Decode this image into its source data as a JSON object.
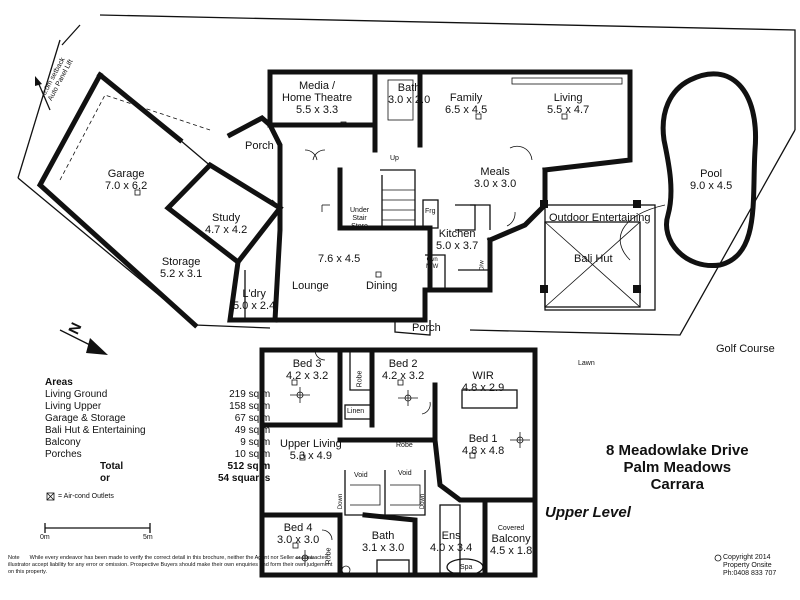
{
  "plan": {
    "address": {
      "line1": "8 Meadowlake Drive",
      "line2": "Palm Meadows",
      "line3": "Carrara"
    },
    "upper_level_label": "Upper Level",
    "ground": {
      "garage": {
        "name": "Garage",
        "dim": "7.0 x 6.2"
      },
      "setback": "6.0m setback",
      "auto_lift": "Auto Panel Lift",
      "media": {
        "name": "Media /",
        "name2": "Home Theatre",
        "dim": "5.5 x 3.3"
      },
      "bath": {
        "name": "Bath",
        "dim": "3.0 x 2.0"
      },
      "family": {
        "name": "Family",
        "dim": "6.5 x 4.5"
      },
      "living": {
        "name": "Living",
        "dim": "5.5 x 4.7"
      },
      "porch_top": "Porch",
      "study": {
        "name": "Study",
        "dim": "4.7 x 4.2"
      },
      "storage": {
        "name": "Storage",
        "dim": "5.2 x 3.1"
      },
      "laundry": {
        "name": "L'dry",
        "dim": "5.0 x 2.4"
      },
      "lounge_dim": "7.6 x 4.5",
      "lounge": "Lounge",
      "dining": "Dining",
      "up": "Up",
      "under_stair": "Under",
      "under_stair2": "Stair",
      "under_stair3": "Store",
      "frg": "Frg",
      "meals": {
        "name": "Meals",
        "dim": "3.0 x 3.0"
      },
      "kitchen": {
        "name": "Kitchen",
        "dim": "5.0 x 3.7"
      },
      "ovn": "Ovn",
      "mw": "M/W",
      "dw": "D/w",
      "porch_bottom": "Porch",
      "outdoor": "Outdoor Entertaining",
      "bali_hut": "Bali Hut",
      "pool": {
        "name": "Pool",
        "dim": "9.0 x 4.5"
      },
      "lawn": "Lawn",
      "golf": "Golf Course",
      "north": "N"
    },
    "upper": {
      "bed3": {
        "name": "Bed 3",
        "dim": "4.2 x 3.2"
      },
      "bed2": {
        "name": "Bed 2",
        "dim": "4.2 x 3.2"
      },
      "robe1": "Robe",
      "robe2": "Robe",
      "robe3": "Robe",
      "linen": "Linen",
      "wir": {
        "name": "WIR",
        "dim": "4.8 x 2.9"
      },
      "upper_living": {
        "name": "Upper Living",
        "dim": "5.3 x 4.9"
      },
      "bed1": {
        "name": "Bed 1",
        "dim": "4.8 x 4.8"
      },
      "void1": "Void",
      "void2": "Void",
      "down1": "Down",
      "down2": "Down",
      "bed4": {
        "name": "Bed 4",
        "dim": "3.0 x 3.0"
      },
      "bath": {
        "name": "Bath",
        "dim": "3.1 x 3.0"
      },
      "ens": {
        "name": "Ens",
        "dim": "4.0 x 3.4"
      },
      "spa": "Spa",
      "balcony": {
        "name": "Covered",
        "name2": "Balcony",
        "dim": "4.5 x 1.8"
      }
    }
  },
  "areas": {
    "title": "Areas",
    "rows": [
      {
        "name": "Living Ground",
        "value": "219 sq m"
      },
      {
        "name": "Living Upper",
        "value": "158 sq m"
      },
      {
        "name": "Garage & Storage",
        "value": "67 sq m"
      },
      {
        "name": "Bali Hut & Entertaining",
        "value": "49 sq m"
      },
      {
        "name": "Balcony",
        "value": "9 sq m"
      },
      {
        "name": "Porches",
        "value": "10 sq m"
      }
    ],
    "total_label": "Total",
    "total_value": "512 sq m",
    "or_label": "or",
    "squares": "54 squares",
    "aircon_legend": "= Air-cond Outlets"
  },
  "scale": {
    "start": "0m",
    "end": "5m"
  },
  "note": {
    "label": "Note",
    "text": "While every endeavor has been made to verify the correct detail in this brochure, neither the Agent nor Seller or contracted illustrator accept liability for any error or omission. Prospective Buyers should make their own enquiries and form their own judgement on this property."
  },
  "copyright": {
    "line1": "Copyright 2014",
    "line2": "Property Onsite",
    "line3": "Ph:0408 833 707"
  }
}
